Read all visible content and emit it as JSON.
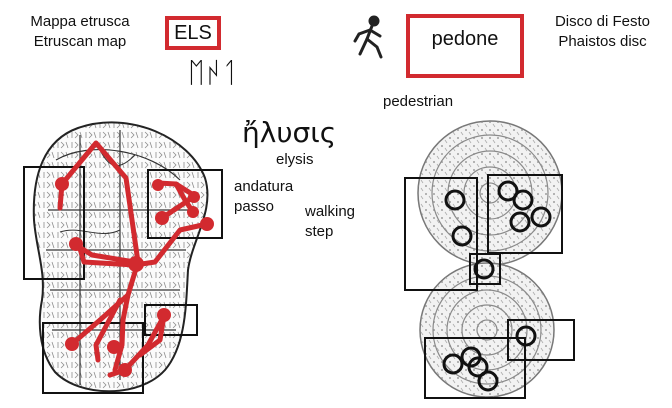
{
  "left_header": {
    "line1": "Mappa etrusca",
    "line2": "Etruscan map"
  },
  "els_box": {
    "label": "ELS"
  },
  "etruscan_glyphs": "ᛚᛋᛖ",
  "pedone_box": {
    "label": "pedone"
  },
  "pedestrian": "pedestrian",
  "right_header": {
    "line1": "Disco di Festo",
    "line2": "Phaistos disc"
  },
  "greek": {
    "word": "ἤλυσις",
    "translit": "elysis"
  },
  "italian_terms": {
    "line1": "andatura",
    "line2": "passo"
  },
  "english_terms": {
    "line1": "walking",
    "line2": "step"
  },
  "colors": {
    "accent_red": "#d22a2f",
    "ink": "#111111",
    "disc_gray": "#9a9a9a"
  },
  "icons": {
    "walker": "phaistos-walking-figure-icon"
  }
}
